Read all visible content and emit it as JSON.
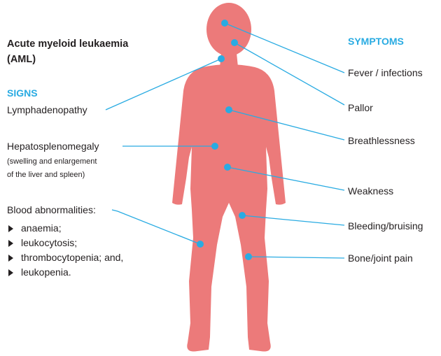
{
  "title_line1": "Acute myeloid leukaemia",
  "title_line2": "(AML)",
  "signs": {
    "heading": "SIGNS",
    "lymph": "Lymphadenopathy",
    "hepato": "Hepatosplenomegaly",
    "hepato_note_line1": "(swelling and enlargement",
    "hepato_note_line2": "of the liver and spleen)",
    "blood": "Blood abnormalities:",
    "blood_items": [
      "anaemia;",
      "leukocytosis;",
      "thrombocytopenia; and,",
      "leukopenia."
    ]
  },
  "symptoms": {
    "heading": "SYMPTOMS",
    "items": [
      "Fever / infections",
      "Pallor",
      "Breathlessness",
      "Weakness",
      "Bleeding/bruising",
      "Bone/joint pain"
    ]
  },
  "colors": {
    "accent": "#29abe2",
    "body": "#ec7a7a",
    "text": "#231f20"
  }
}
